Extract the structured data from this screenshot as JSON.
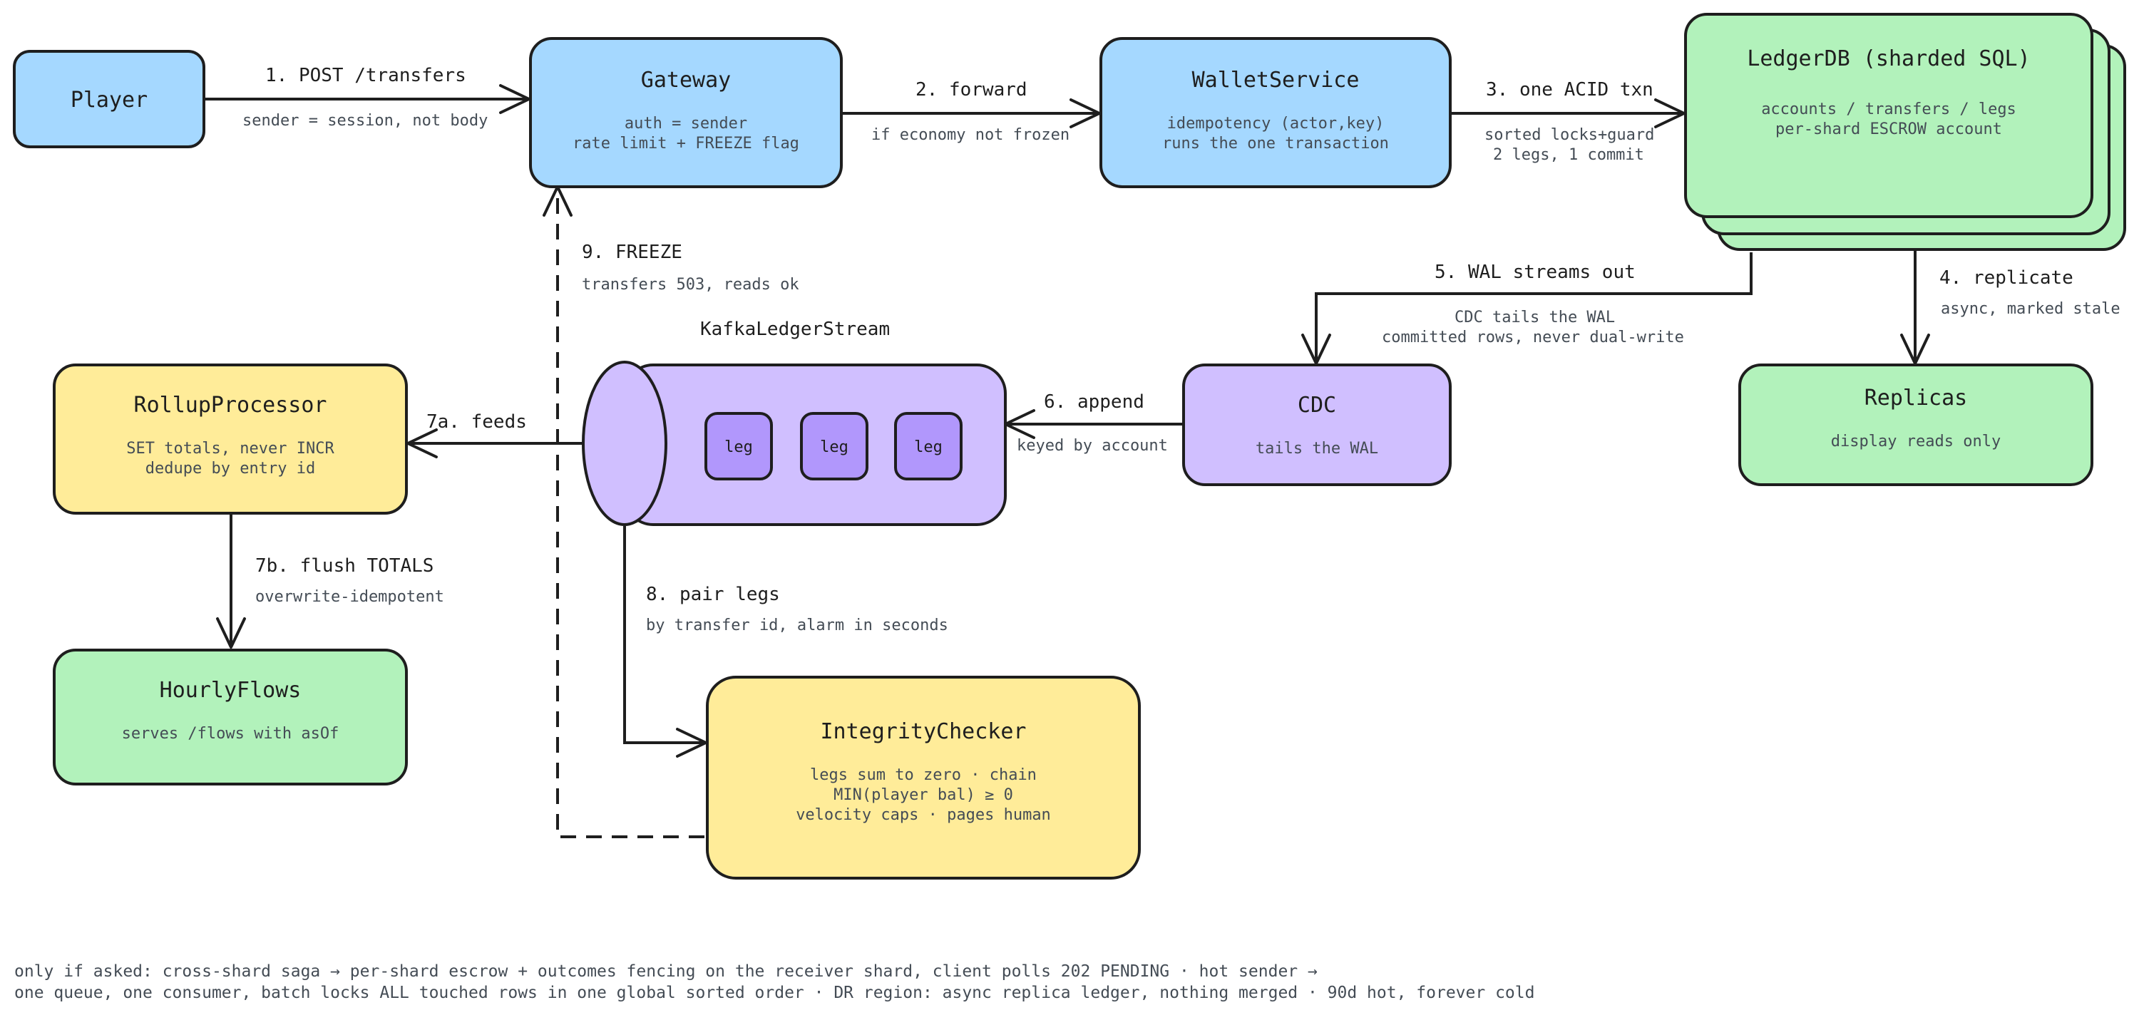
{
  "colors": {
    "blue": "#a5d8ff",
    "green": "#b2f2bb",
    "yellow": "#ffec99",
    "purple": "#d0bfff",
    "purple_dark": "#b197fc",
    "stroke": "#1e1e1e",
    "muted_text": "#444c55"
  },
  "nodes": {
    "player": {
      "title": "Player"
    },
    "gateway": {
      "title": "Gateway",
      "lines": [
        "auth = sender",
        "rate limit + FREEZE flag"
      ]
    },
    "wallet": {
      "title": "WalletService",
      "lines": [
        "idempotency (actor,key)",
        "runs the one transaction"
      ]
    },
    "ledgerdb": {
      "title": "LedgerDB (sharded SQL)",
      "lines": [
        "accounts / transfers / legs",
        "per-shard ESCROW account"
      ]
    },
    "replicas": {
      "title": "Replicas",
      "lines": [
        "display reads only"
      ]
    },
    "cdc": {
      "title": "CDC",
      "lines": [
        "tails the WAL"
      ]
    },
    "kafka": {
      "title": "KafkaLedgerStream",
      "legs": [
        "leg",
        "leg",
        "leg"
      ]
    },
    "rollup": {
      "title": "RollupProcessor",
      "lines": [
        "SET totals, never INCR",
        "dedupe by entry id"
      ]
    },
    "hourly": {
      "title": "HourlyFlows",
      "lines": [
        "serves /flows with asOf"
      ]
    },
    "integrity": {
      "title": "IntegrityChecker",
      "lines": [
        "legs sum to zero · chain",
        "MIN(player bal) ≥ 0",
        "velocity caps · pages human"
      ]
    }
  },
  "edges": {
    "e1": {
      "label": "1. POST /transfers",
      "sub": [
        "sender = session, not body"
      ]
    },
    "e2": {
      "label": "2. forward",
      "sub": [
        "if economy not frozen"
      ]
    },
    "e3": {
      "label": "3. one ACID txn",
      "sub": [
        "sorted locks+guard",
        "2 legs, 1 commit"
      ]
    },
    "e4": {
      "label": "4. replicate",
      "sub": [
        "async, marked stale"
      ]
    },
    "e5": {
      "label": "5. WAL streams out",
      "sub": [
        "CDC tails the WAL",
        "committed rows, never dual-write"
      ]
    },
    "e6": {
      "label": "6. append",
      "sub": [
        "keyed by account"
      ]
    },
    "e7a": {
      "label": "7a. feeds",
      "sub": []
    },
    "e7b": {
      "label": "7b. flush TOTALS",
      "sub": [
        "overwrite-idempotent"
      ]
    },
    "e8": {
      "label": "8. pair legs",
      "sub": [
        "by transfer id, alarm in seconds"
      ]
    },
    "e9": {
      "label": "9. FREEZE",
      "sub": [
        "transfers 503, reads ok"
      ]
    }
  },
  "footer": {
    "line1": "only if asked: cross-shard saga → per-shard escrow + outcomes fencing on the receiver shard, client polls 202 PENDING · hot sender →",
    "line2": "one queue, one consumer, batch locks ALL touched rows in one global sorted order · DR region: async replica ledger, nothing merged · 90d hot, forever cold"
  }
}
